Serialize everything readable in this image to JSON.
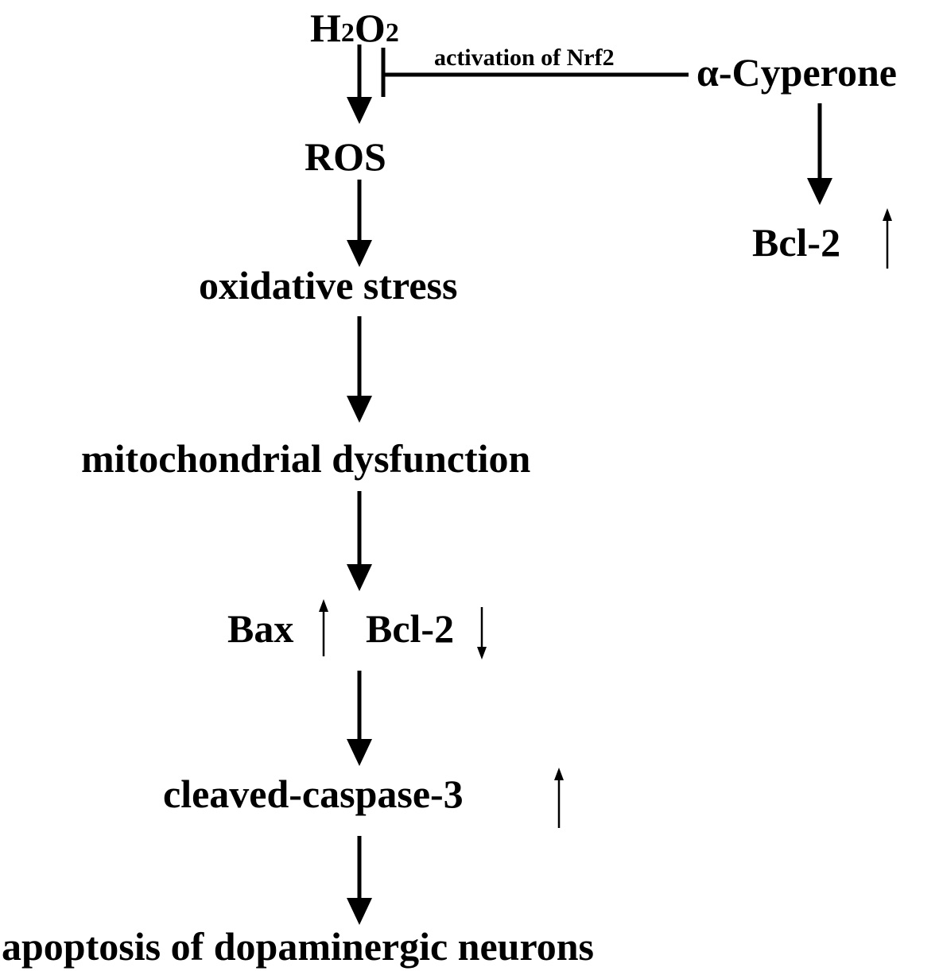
{
  "diagram": {
    "h2o2": {
      "h": "H",
      "sub1": "2",
      "o": "O",
      "sub2": "2"
    },
    "inhibition_label": "activation of Nrf2",
    "cyperone": "α-Cyperone",
    "bcl2_right": "Bcl-2",
    "ros": "ROS",
    "oxidative_stress": "oxidative stress",
    "mito_dysfunction": "mitochondrial dysfunction",
    "bax": "Bax",
    "bcl2_left": "Bcl-2",
    "cleaved_caspase": "cleaved-caspase-3",
    "apoptosis": "apoptosis of dopaminergic neurons",
    "colors": {
      "ink": "#000000",
      "background": "#ffffff"
    }
  }
}
